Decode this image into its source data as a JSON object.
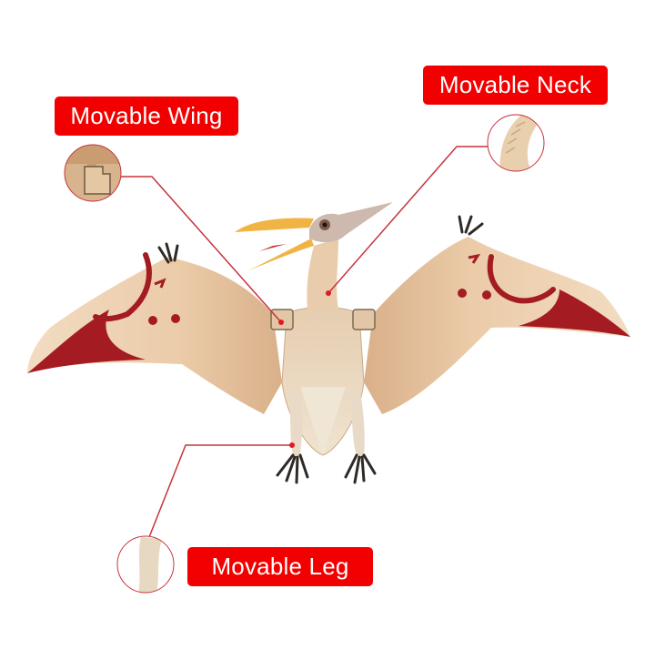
{
  "callouts": {
    "wing": {
      "label": "Movable Wing"
    },
    "neck": {
      "label": "Movable Neck"
    },
    "leg": {
      "label": "Movable Leg"
    }
  },
  "colors": {
    "label_bg": "#f20000",
    "label_text": "#ffffff",
    "leader_line": "#c8323c",
    "body_skin": "#e8c9a8",
    "belly": "#efe4d2",
    "wing_skin": "#edcfae",
    "wing_pattern": "#a41c22",
    "beak": "#f0b445",
    "claws": "#2e2a26"
  }
}
